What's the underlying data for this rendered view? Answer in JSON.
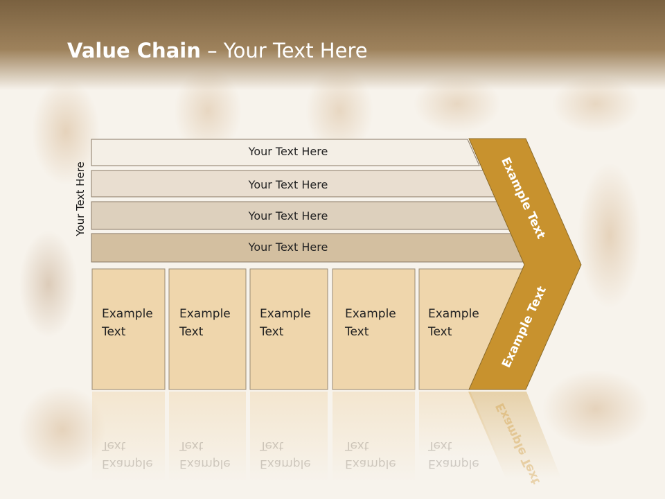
{
  "title": {
    "strong": "Value Chain",
    "rest": " – Your Text Here"
  },
  "side_label": "Your Text Here",
  "rows": [
    {
      "label": "Your Text Here"
    },
    {
      "label": "Your Text Here"
    },
    {
      "label": "Your Text Here"
    },
    {
      "label": "Your Text Here"
    }
  ],
  "boxes": [
    {
      "line1": "Example",
      "line2": "Text"
    },
    {
      "line1": "Example",
      "line2": "Text"
    },
    {
      "line1": "Example",
      "line2": "Text"
    },
    {
      "line1": "Example",
      "line2": "Text"
    },
    {
      "line1": "Example",
      "line2": "Text"
    }
  ],
  "arrow": {
    "upper": "Example Text",
    "lower": "Example Text"
  },
  "colors": {
    "title_band": "#8f7350",
    "arrow_fill": "#c8922e",
    "box_fill": "#efd6ac"
  }
}
